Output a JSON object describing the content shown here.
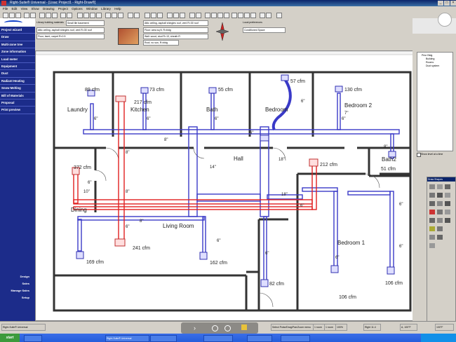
{
  "app": {
    "title": "Right-Suite® Universal - [Lisac Project1 - Right-Draw®]",
    "window_buttons": [
      "_",
      "□",
      "×"
    ]
  },
  "menu": [
    "File",
    "Edit",
    "View",
    "Show",
    "Drawing",
    "Project",
    "Options",
    "Window",
    "Library",
    "Help"
  ],
  "toolbar": {
    "library_label": "Library building materials",
    "material_value": "Small tile basement",
    "field_values": [
      "Attic ceiling, asphalt shingles roof, vent R=30 roof",
      "Floor: area sq ft, R=bldg",
      "Wall: wood, stud R=13, sheath R",
      "Roof, no sun, R=bldg",
      "Floor, bsmt, carpet R=0.5"
    ],
    "local_preferences_label": "Local preferences",
    "conditioned_space": "Conditioned Space"
  },
  "sidebar": {
    "items": [
      "Project wizard",
      "Draw",
      "Multi-zone tree",
      "Zone information",
      "Load meter",
      "Equipment",
      "Duct",
      "Radiant Heating",
      "Snow Melting",
      "Bill of Materials",
      "Proposal",
      "Print preview"
    ],
    "bottom_items": [
      "Design",
      "Sales",
      "Manage Sales",
      "Setup"
    ]
  },
  "floorplan": {
    "rooms": [
      {
        "name": "Laundry"
      },
      {
        "name": "Kitchen"
      },
      {
        "name": "Bath"
      },
      {
        "name": "Bedroom"
      },
      {
        "name": "Bedroom 2"
      },
      {
        "name": "Hall"
      },
      {
        "name": "Bath2"
      },
      {
        "name": "Dining"
      },
      {
        "name": "Living Room"
      },
      {
        "name": "Bedroom 1"
      }
    ],
    "registers": [
      {
        "cfm": "89 cfm"
      },
      {
        "cfm": "217 cfm"
      },
      {
        "cfm": "73 cfm"
      },
      {
        "cfm": "55 cfm"
      },
      {
        "cfm": "57 cfm"
      },
      {
        "cfm": "130 cfm"
      },
      {
        "cfm": "372 cfm"
      },
      {
        "cfm": "212 cfm"
      },
      {
        "cfm": "51 cfm"
      },
      {
        "cfm": "241 cfm"
      },
      {
        "cfm": "169 cfm"
      },
      {
        "cfm": "162 cfm"
      },
      {
        "cfm": "82 cfm"
      },
      {
        "cfm": "106 cfm"
      },
      {
        "cfm": "106 cfm"
      }
    ],
    "duct_sizes": [
      "6\"",
      "6\"",
      "6\"",
      "6\"",
      "8\"",
      "8\"",
      "6\"",
      "14\"",
      "18\"",
      "8\"",
      "6\"",
      "10\"",
      "8\"",
      "18\"",
      "6\"",
      "6\"",
      "8\"",
      "6\"",
      "6\"",
      "6\"",
      "6\"",
      "6\"",
      "6\"",
      "7\""
    ],
    "colors": {
      "walls": "#333333",
      "supply_duct": "#3a3ac8",
      "return_duct": "#e02020",
      "background": "#ffffff"
    }
  },
  "right_panel": {
    "tree": [
      "Prior Bldg",
      "Building",
      "Rooms",
      "Duct system"
    ],
    "checkbox_label": "Show level at a time",
    "palette_title": "Draw Shapes"
  },
  "status": {
    "cells": [
      "Right-Suite® Universal",
      "Select Pulse/Drag/Pan/Zoom menu",
      "1 room",
      "1 room",
      "100%",
      "Right 11.4",
      "A, 100°F",
      "100°F"
    ]
  },
  "taskbar": {
    "start": "start",
    "tasks": [
      "Right-Suite® Universal"
    ]
  }
}
